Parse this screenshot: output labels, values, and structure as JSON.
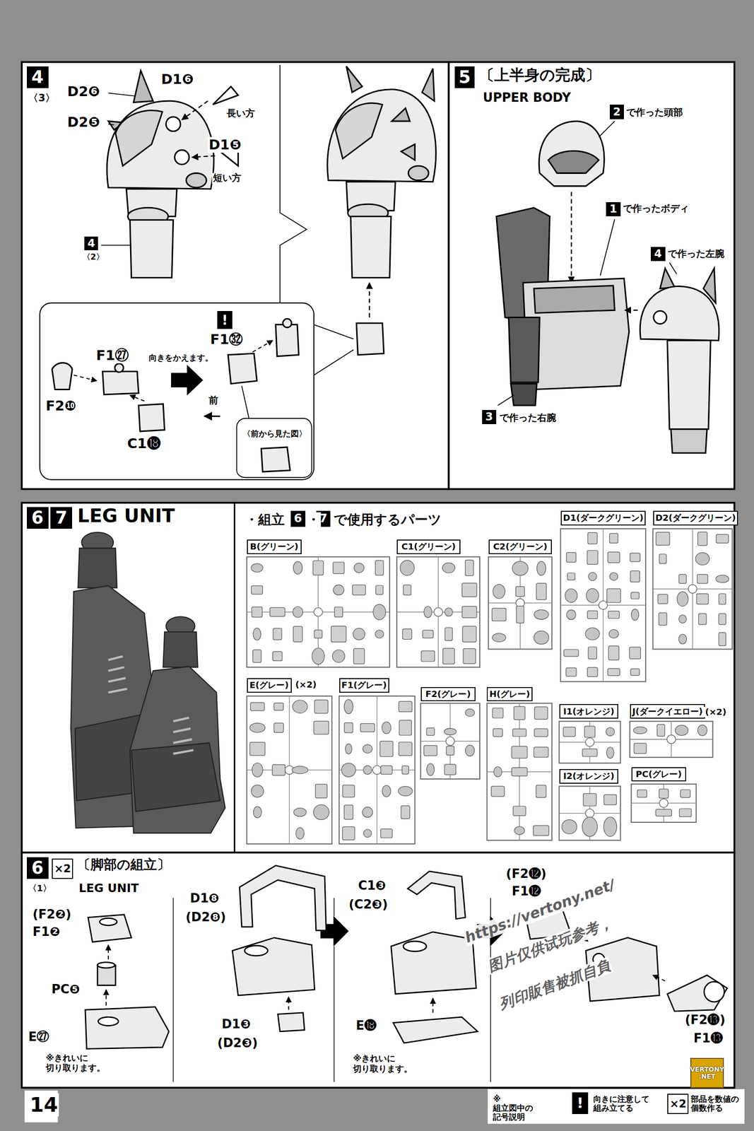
{
  "diagram": {
    "nodes": [
      {
        "text": [
          "4"
        ]
      },
      {
        "text": [
          "4"
        ]
      },
      {
        "text": [
          "!"
        ]
      },
      {
        "text": [
          "5"
        ]
      },
      {
        "text": [
          "2"
        ]
      },
      {
        "text": [
          "1"
        ]
      },
      {
        "text": [
          "4"
        ]
      },
      {
        "text": [
          "3"
        ]
      },
      {
        "text": [
          "6"
        ]
      },
      {
        "text": [
          "7"
        ]
      },
      {
        "text": [
          "6"
        ]
      },
      {
        "text": [
          "7"
        ]
      },
      {
        "text": [
          "B(グリーン)"
        ]
      },
      {
        "text": [
          "C1(グリーン)"
        ]
      },
      {
        "text": [
          "C2(グリーン)"
        ]
      },
      {
        "text": [
          "D1(ダークグリーン)"
        ]
      },
      {
        "text": [
          "D2(ダークグリーン)"
        ]
      },
      {
        "text": [
          "E(グレー)"
        ]
      },
      {
        "text": [
          "F1(グレー)"
        ]
      },
      {
        "text": [
          "F2(グレー)"
        ]
      },
      {
        "text": [
          "H(グレー)"
        ]
      },
      {
        "text": [
          "I1(オレンジ)"
        ]
      },
      {
        "text": [
          "J(ダークイエロー)"
        ]
      },
      {
        "text": [
          "I2(オレンジ)"
        ]
      },
      {
        "text": [
          "PC(グレー)"
        ]
      },
      {
        "text": [
          "6"
        ]
      },
      {
        "text": [
          "×2"
        ]
      },
      {
        "text": [
          "!"
        ]
      },
      {
        "text": [
          "×2"
        ]
      },
      {
        "text": [
          "VERTONY .NET"
        ]
      }
    ],
    "labels": [
      "〈3〉",
      "D2❻",
      "D2❺",
      "D1❻",
      "長い方",
      "D1❺",
      "短い方",
      "〈2〉",
      "F1㉗",
      "向きをかえます。",
      "F1㉜",
      "F2❿",
      "C1⓲",
      "前",
      "〈前から見た図〉",
      "〔上半身の完成〕",
      "UPPER BODY",
      "で作った頭部",
      "で作ったボディ",
      "で作った左腕",
      "で作った右腕",
      "LEG UNIT",
      "・組立",
      "・",
      "で使用するパーツ",
      "(×2)",
      "(×2)",
      "〈1〉",
      "〔脚部の組立〕",
      "LEG UNIT",
      "(F2❷)",
      "F1❷",
      "PC❺",
      "E㉗",
      "※きれいに 切り取ります。",
      "D1❽",
      "(D2❽)",
      "D1❸",
      "(D2❸)",
      "C1❸",
      "(C2❸)",
      "E⓲",
      "※きれいに 切り取ります。",
      "(F2⓬)",
      "F1⓬",
      "(F2⓭)",
      "F1⓭",
      "https://vertony.net/",
      "图片仅供试玩参考，",
      "列印販售被抓自負",
      "14",
      "※組立図中の 記号説明",
      "向きに注意して 組み立てる",
      "部品を数値の 個数作る"
    ]
  }
}
